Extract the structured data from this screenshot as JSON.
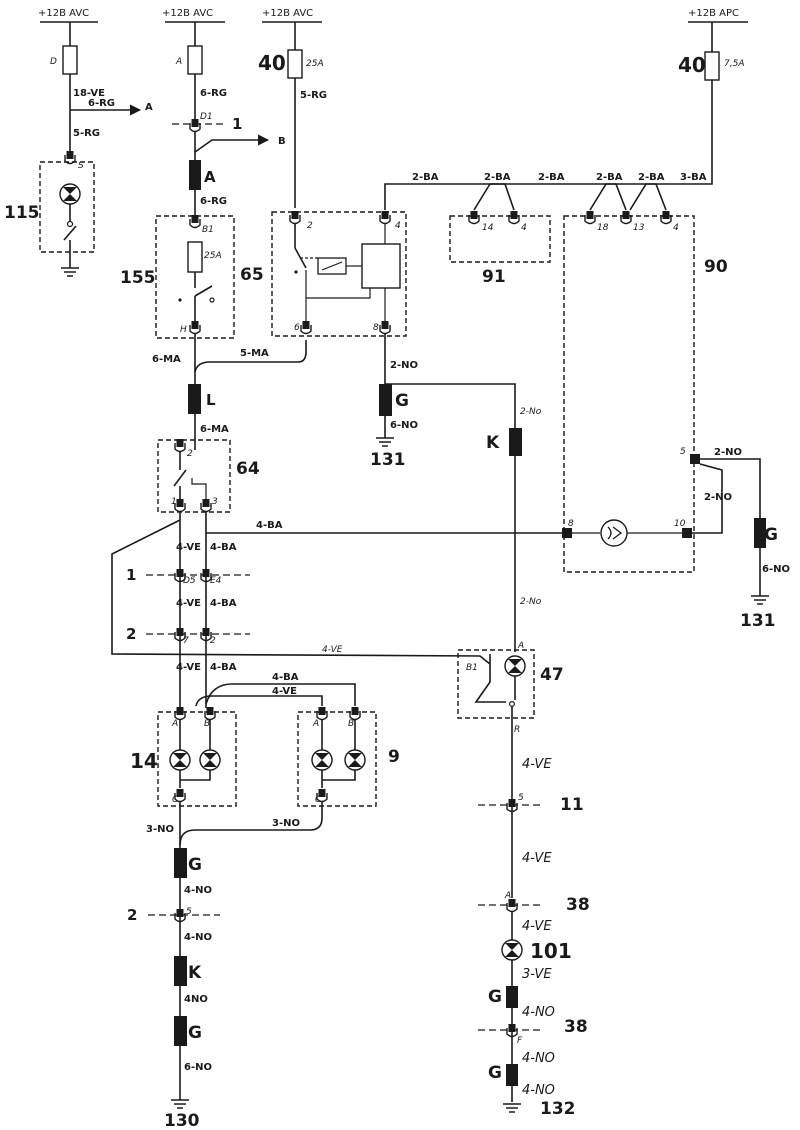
{
  "supplies": {
    "s1": "+12B AVC",
    "s2": "+12B AVC",
    "s3": "+12B AVC",
    "s4": "+12B APC"
  },
  "fuses": {
    "d": "D",
    "a": "A",
    "f40a_ref": "40",
    "f40a_rating": "25A",
    "f40b_ref": "40",
    "f40b_rating": "7,5A"
  },
  "arrows": {
    "a": "A",
    "b": "B"
  },
  "components": {
    "c115": "115",
    "c155": "155",
    "c155_rating": "25A",
    "c65": "65",
    "c91": "91",
    "c90": "90",
    "c64": "64",
    "c47": "47",
    "c14": "14",
    "c9": "9",
    "c101": "101"
  },
  "grounds": {
    "g131a": "131",
    "g131b": "131",
    "g130": "130",
    "g132": "132"
  },
  "connectors": {
    "k1": "1",
    "k1b": "1",
    "k2": "2",
    "k2b": "2",
    "k11": "11",
    "k38a": "38",
    "k38b": "38"
  },
  "splices": {
    "A": "A",
    "L": "L",
    "K1": "K",
    "K2": "K",
    "G1": "G",
    "G2": "G",
    "G3": "G",
    "G4": "G",
    "G5": "G",
    "G6": "G"
  },
  "pins": {
    "s": "S",
    "d1": "D1",
    "b1": "B1",
    "h": "H",
    "p65_2": "2",
    "p65_4": "4",
    "p65_6": "6",
    "p65_8": "8",
    "p91_14": "14",
    "p91_4": "4",
    "p90_18": "18",
    "p90_13": "13",
    "p90_4": "4",
    "p90_5": "5",
    "p90_8": "8",
    "p90_10": "10",
    "p64_2": "2",
    "p64_1": "1",
    "p64_3": "3",
    "d5": "D5",
    "e4": "E4",
    "p7": "7",
    "p2": "2",
    "p14_a": "A",
    "p14_b": "B",
    "p14_c": "C",
    "p9_a": "A",
    "p9_b": "B",
    "p9_c": "C",
    "p47_a": "A",
    "p47_b1": "B1",
    "p47_r": "R",
    "p11_5": "5",
    "p38_a": "A",
    "p2_5": "5",
    "p38_f": "F"
  },
  "wires": {
    "w18ve": "18-VE",
    "w6rg_a": "6-RG",
    "w5rg_115": "5-RG",
    "w6rg_top": "6-RG",
    "w6rg_mid": "6-RG",
    "w5rg_65": "5-RG",
    "w2ba_65": "2-BA",
    "w2ba_91": "2-BA",
    "w2ba_mid": "2-BA",
    "w2ba_18": "2-BA",
    "w2ba_13": "2-BA",
    "w3ba": "3-BA",
    "w6ma_h": "6-MA",
    "w5ma": "5-MA",
    "w6ma_64": "6-MA",
    "w2no_65": "2-NO",
    "w6no_g": "6-NO",
    "w2no_k": "2-No",
    "w2no_47": "2-No",
    "w2no_90": "2-NO",
    "w2no_90b": "2-NO",
    "w6no_r": "6-NO",
    "w4ba_lamp": "4-BA",
    "w4ve_1": "4-VE",
    "w4ba_1": "4-BA",
    "w4ve_2": "4-VE",
    "w4ba_2": "4-BA",
    "w4ve_loop": "4-VE",
    "w4ve_3": "4-VE",
    "w4ba_3": "4-BA",
    "w4ba_9": "4-BA",
    "w4ve_9": "4-VE",
    "w3no_14": "3-NO",
    "w3no_9": "3-NO",
    "w4no_1": "4-NO",
    "w4no_2": "4-NO",
    "w4no_3": "4NO",
    "w6no_130": "6-NO",
    "w4ve_r1": "4-VE",
    "w4ve_r2": "4-VE",
    "w4ve_r3": "4-VE",
    "w3ve_r": "3-VE",
    "w4no_r1": "4-NO",
    "w4no_r2": "4-NO",
    "w4no_r3": "4-NO"
  }
}
